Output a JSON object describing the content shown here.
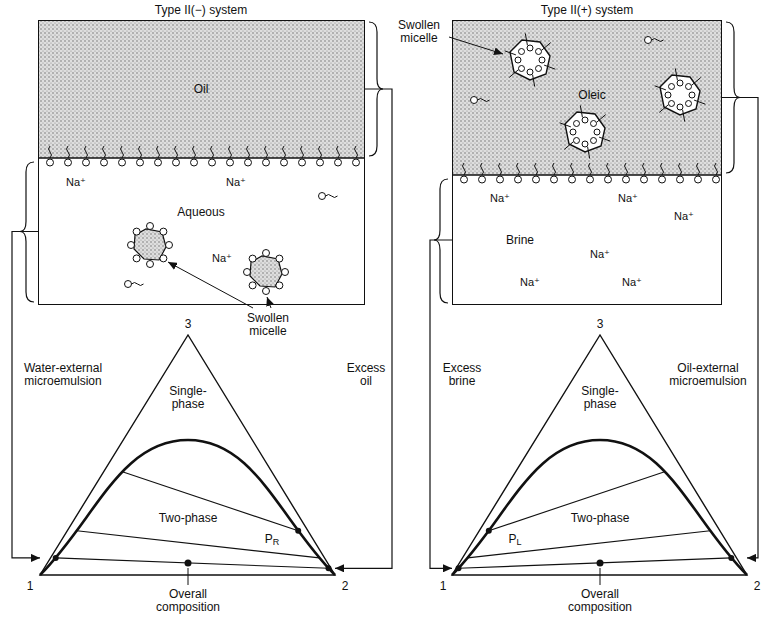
{
  "diagram": {
    "nodes": [
      {
        "text": [
          "Type II(−) system"
        ]
      },
      {
        "text": [
          "Oil"
        ],
        "in": 0
      },
      {
        "text": [
          "Aqueous",
          "Na⁺",
          "Na⁺",
          "Na⁺"
        ],
        "in": 0
      },
      {
        "text": [
          "Single-phase",
          "Two-phase"
        ]
      },
      {
        "text": [
          "Type II(+) system"
        ]
      },
      {
        "text": [
          "Oleic"
        ],
        "in": 4
      },
      {
        "text": [
          "Brine",
          "Na⁺",
          "Na⁺",
          "Na⁺",
          "Na⁺",
          "Na⁺",
          "Na⁺"
        ],
        "in": 4
      },
      {
        "text": [
          "Single-phase",
          "Two-phase"
        ]
      }
    ],
    "edges": [
      {
        "from": 2,
        "to": 3,
        "label": "Water-external microemulsion",
        "arrow": "to"
      },
      {
        "from": 1,
        "to": 3,
        "label": "Excess oil",
        "arrow": "to"
      },
      {
        "from": 6,
        "to": 7,
        "label": "Excess brine",
        "arrow": "to"
      },
      {
        "from": 5,
        "to": 7,
        "label": "Oil-external microemulsion",
        "arrow": "to"
      }
    ],
    "labels": [
      "Swollen micelle",
      "1",
      "2",
      "3",
      "PR",
      "Overall composition",
      "Swollen micelle",
      "1",
      "2",
      "3",
      "PL",
      "Overall composition"
    ]
  }
}
